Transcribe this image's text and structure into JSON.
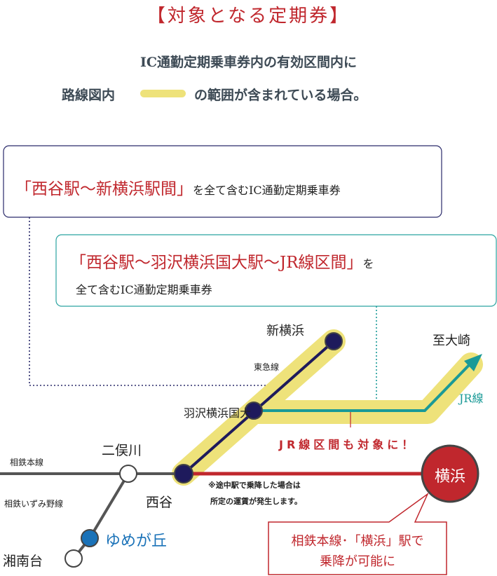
{
  "header": {
    "title": "【対象となる定期券】",
    "line1": "IC通勤定期乗車券内の有効区間内に",
    "line2_before": "路線図内",
    "line2_after": "の範囲が含まれている場合。"
  },
  "box1": {
    "highlight": "「西谷駅～新横浜駅間」",
    "rest": "を全て含むIC通勤定期乗車券"
  },
  "box2": {
    "highlight": "「西谷駅～羽沢横浜国大駅～JR線区間」",
    "rest1": "を",
    "rest2": "全て含むIC通勤定期乗車券"
  },
  "map": {
    "stations": {
      "shinyokohama": "新横浜",
      "hazawa": "羽沢横浜国大",
      "futamatagawa": "二俣川",
      "nishiya": "西谷",
      "yumegaoka": "ゆめが丘",
      "shonandai": "湘南台",
      "yokohama": "横浜"
    },
    "lines": {
      "tokyu": "東急線",
      "jr": "JR線",
      "sotetsu_main": "相鉄本線",
      "izumino": "相鉄いずみ野線"
    },
    "destination": "至大崎",
    "jr_note": "JR線区間も対象に！",
    "fare_note1": "※途中駅で乗降した場合は",
    "fare_note2": "所定の運賃が発生します。",
    "callout1": "相鉄本線･「横浜」駅で",
    "callout2": "乗降が可能に"
  },
  "colors": {
    "red": "#c0272d",
    "navy": "#1e1a5c",
    "teal": "#1a9a97",
    "yellow": "#eee27a",
    "blue": "#1a72b8"
  }
}
